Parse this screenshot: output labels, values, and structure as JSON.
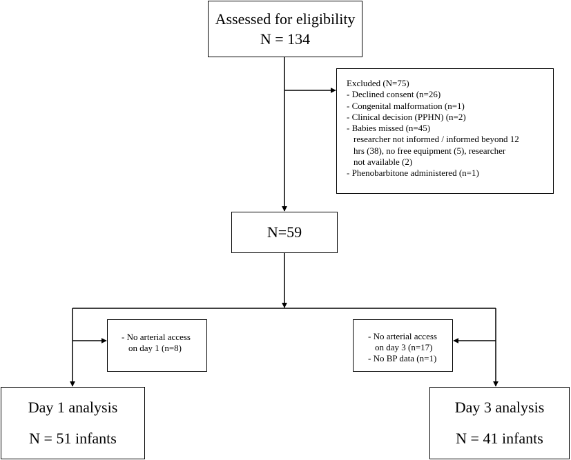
{
  "assessed": {
    "title": "Assessed for eligibility",
    "count": "N = 134"
  },
  "excluded": {
    "title": "Excluded (N=75)",
    "items": [
      "- Declined consent (n=26)",
      "- Congenital malformation (n=1)",
      "- Clinical decision (PPHN) (n=2)",
      "- Babies missed (n=45)"
    ],
    "missed_detail": [
      "researcher not informed / informed beyond 12",
      "hrs (38), no free equipment (5), researcher",
      "not available (2)"
    ],
    "last_item": "- Phenobarbitone administered (n=1)"
  },
  "enrolled": {
    "count": "N=59"
  },
  "day1_exclusion": {
    "lines": [
      "- No arterial access",
      "on day 1 (n=8)"
    ]
  },
  "day3_exclusion": {
    "lines": [
      "- No arterial access",
      "on day 3 (n=17)",
      "- No BP data (n=1)"
    ]
  },
  "day1_analysis": {
    "title": "Day 1 analysis",
    "count": "N = 51 infants"
  },
  "day3_analysis": {
    "title": "Day 3 analysis",
    "count": "N = 41 infants"
  }
}
